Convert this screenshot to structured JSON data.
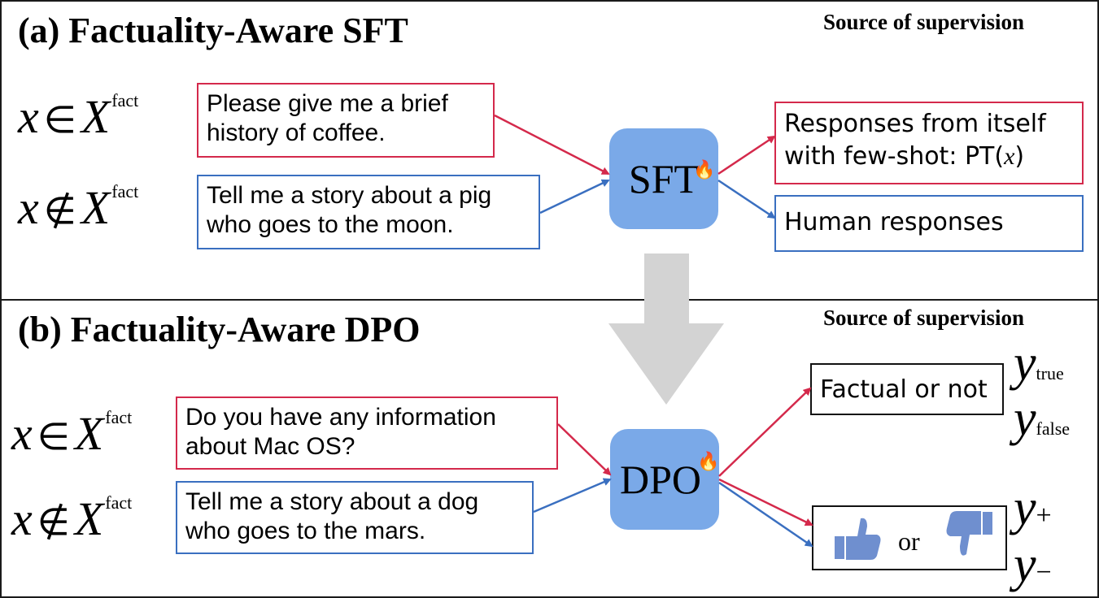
{
  "panel_a": {
    "title": "(a) Factuality-Aware SFT",
    "source_label": "Source of supervision",
    "row1": {
      "var": "x",
      "op": "∈",
      "set": "X",
      "sup": "fact",
      "prompt": "Please give me a brief history of coffee."
    },
    "row2": {
      "var": "x",
      "op": "∉",
      "set": "X",
      "sup": "fact",
      "prompt": "Tell me a story about a pig who goes to the moon."
    },
    "model_label": "SFT",
    "flame": "🔥",
    "out1_line1": "Responses from itself",
    "out1_line2": "with few-shot: PT(",
    "out1_var": "x",
    "out1_close": ")",
    "out2": "Human responses"
  },
  "panel_b": {
    "title": "(b) Factuality-Aware DPO",
    "source_label": "Source of supervision",
    "row1": {
      "var": "x",
      "op": "∈",
      "set": "X",
      "sup": "fact",
      "prompt": "Do you have any information about Mac OS?"
    },
    "row2": {
      "var": "x",
      "op": "∉",
      "set": "X",
      "sup": "fact",
      "prompt": "Tell me a story about a dog who goes to the mars."
    },
    "model_label": "DPO",
    "flame": "🔥",
    "out1": "Factual or not",
    "out2_or": "or",
    "y_true": {
      "y": "y",
      "sub": "true"
    },
    "y_false": {
      "y": "y",
      "sub": "false"
    },
    "y_plus": {
      "y": "y",
      "sub": "+"
    },
    "y_minus": {
      "y": "y",
      "sub": "−"
    }
  },
  "colors": {
    "red": "#d4294b",
    "blue": "#3a6fc0",
    "model": "#7aa9e8",
    "arrow_gray": "#d3d3d3",
    "thumb": "#6f8fcf"
  },
  "icons": {
    "thumb_up": "thumbs-up-icon",
    "thumb_down": "thumbs-down-icon",
    "flame": "flame-icon"
  }
}
